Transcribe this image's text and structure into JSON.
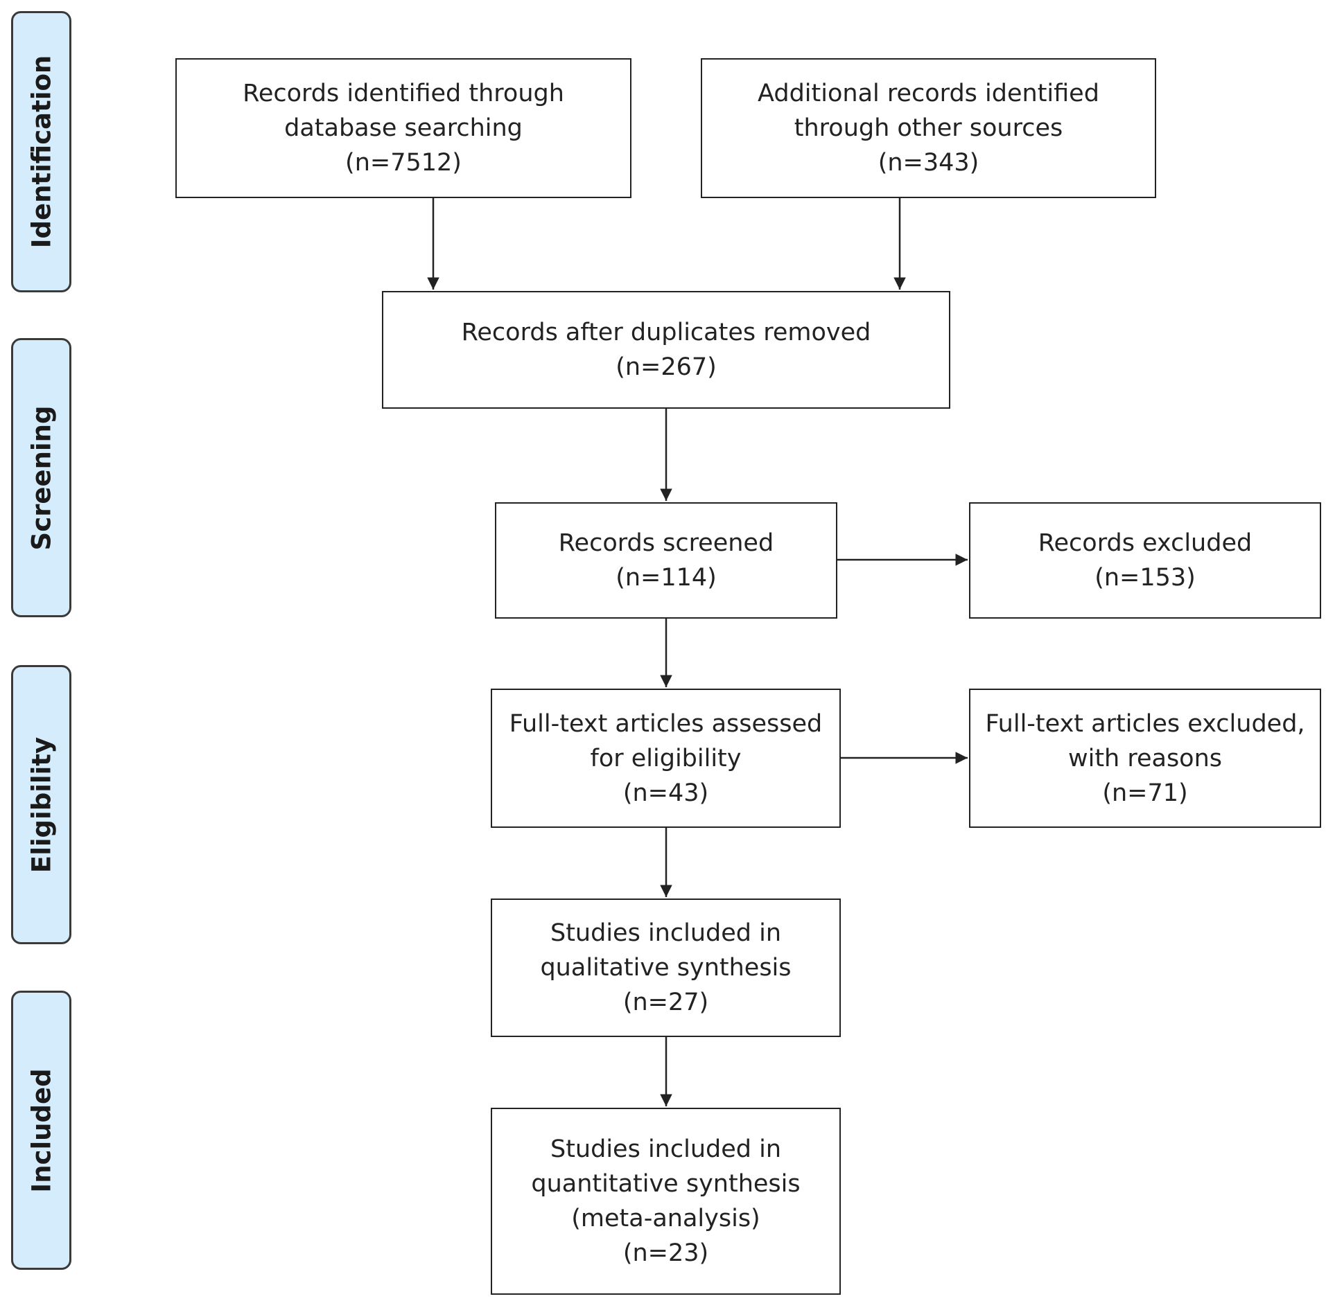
{
  "phases": {
    "identification": "Identification",
    "screening": "Screening",
    "eligibility": "Eligibility",
    "included": "Included"
  },
  "boxes": {
    "database": {
      "line1": "Records identified through",
      "line2": "database searching",
      "count": "(n=7512)"
    },
    "other_sources": {
      "line1": "Additional records identified",
      "line2": "through other sources",
      "count": "(n=343)"
    },
    "deduplicated": {
      "line1": "Records after duplicates removed",
      "count": "(n=267)"
    },
    "screened": {
      "line1": "Records screened",
      "count": "(n=114)"
    },
    "excluded": {
      "line1": "Records excluded",
      "count": "(n=153)"
    },
    "fulltext_assessed": {
      "line1": "Full-text articles assessed",
      "line2": "for eligibility",
      "count": "(n=43)"
    },
    "fulltext_excluded": {
      "line1": "Full-text articles excluded,",
      "line2": "with reasons",
      "count": "(n=71)"
    },
    "qualitative": {
      "line1": "Studies included in",
      "line2": "qualitative synthesis",
      "count": "(n=27)"
    },
    "quantitative": {
      "line1": "Studies included in",
      "line2": "quantitative synthesis",
      "line3": "(meta-analysis)",
      "count": "(n=23)"
    }
  },
  "colors": {
    "phase_fill": "#d4ecfb",
    "border": "#222222",
    "text": "#222222"
  }
}
